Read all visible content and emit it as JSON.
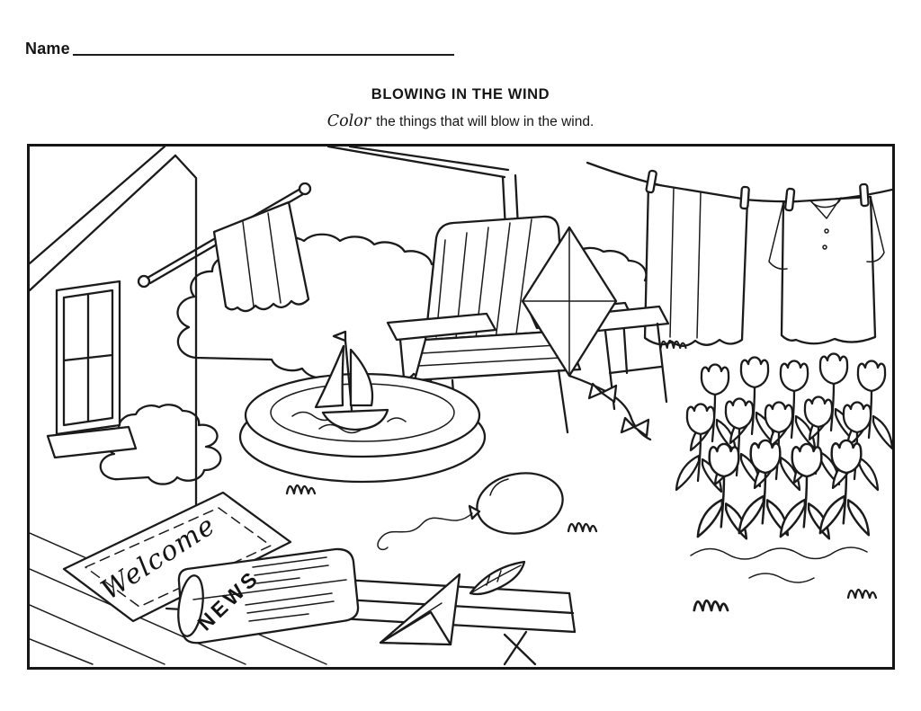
{
  "worksheet": {
    "name_label": "Name",
    "title": "BLOWING IN THE WIND",
    "instruction_word": "Color",
    "instruction_rest": "the things that will blow in the wind.",
    "mat_text": "Welcome",
    "newspaper_text": "NEWS",
    "scene_objects": [
      "house",
      "window",
      "towel-rod",
      "rod-towel",
      "hedge",
      "bush",
      "porch-post",
      "adirondack-chair",
      "side-table",
      "kite",
      "kite-tail",
      "clothesline",
      "clothespin",
      "hanging-towel",
      "hanging-shirt",
      "kiddie-pool",
      "toy-sailboat",
      "balloon",
      "welcome-mat",
      "newspaper",
      "picnic-bench",
      "paper-airplane",
      "feather",
      "tulip-garden",
      "grass-tuft"
    ],
    "line_color": "#1b1b1b",
    "paper_color": "#ffffff"
  }
}
